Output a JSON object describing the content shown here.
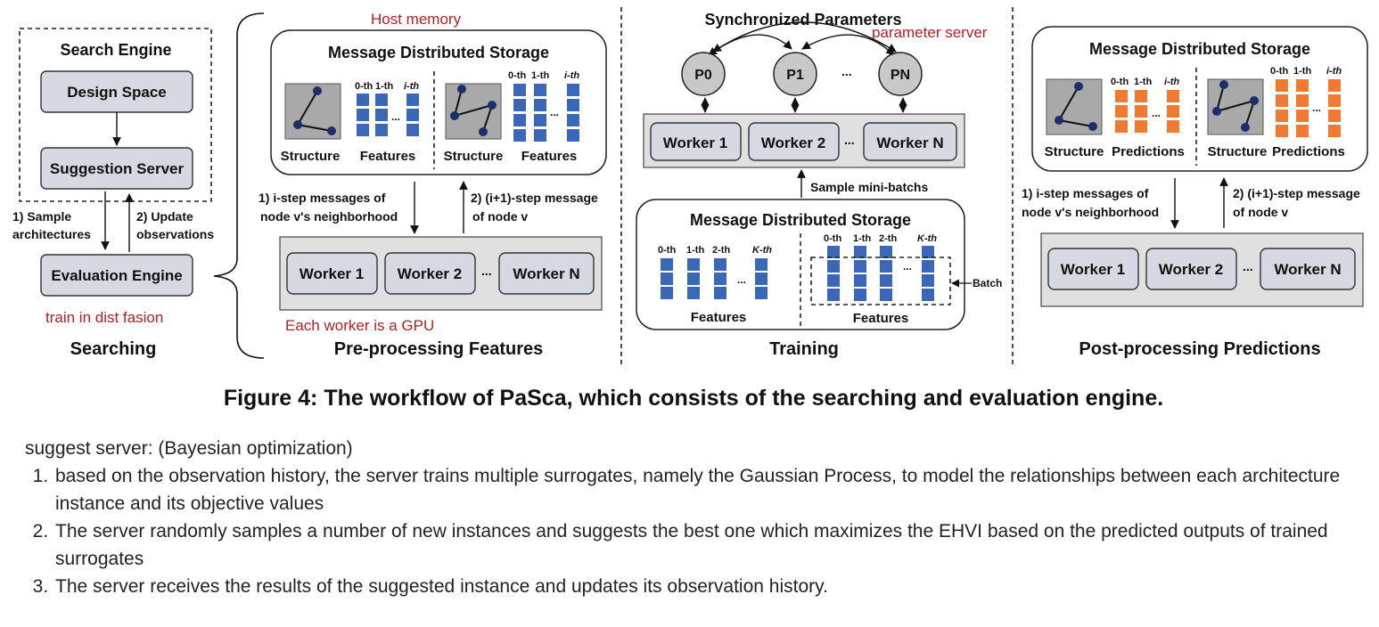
{
  "searching": {
    "search_engine": "Search Engine",
    "design_space": "Design Space",
    "suggestion_server": "Suggestion Server",
    "sample_1": "1) Sample",
    "sample_2": "architectures",
    "update_1": "2) Update",
    "update_2": "observations",
    "evaluation_engine": "Evaluation Engine",
    "note_dist": "train in dist fasion",
    "title": "Searching"
  },
  "preprocess": {
    "host_memory": "Host memory",
    "storage_title": "Message Distributed Storage",
    "hop_0": "0-th",
    "hop_1": "1-th",
    "hop_i": "i-th",
    "ellipsis": "...",
    "structure": "Structure",
    "features": "Features",
    "step_msg_1": "1) i-step messages of",
    "step_msg_2": "node v's neighborhood",
    "next_msg_1": "2) (i+1)-step message",
    "next_msg_2": "of node v",
    "worker1": "Worker 1",
    "worker2": "Worker 2",
    "workerN": "Worker N",
    "gpu_note": "Each worker is a GPU",
    "title": "Pre-processing Features"
  },
  "training": {
    "sync": "Synchronized Parameters",
    "param_server": "parameter server",
    "p0": "P0",
    "p1": "P1",
    "pn": "PN",
    "dots": "...",
    "worker1": "Worker 1",
    "worker2": "Worker 2",
    "workerN": "Worker N",
    "sample_batches": "Sample mini-batchs",
    "storage_title": "Message Distributed Storage",
    "hop_0": "0-th",
    "hop_1": "1-th",
    "hop_2": "2-th",
    "hop_k": "K-th",
    "features": "Features",
    "batch": "Batch",
    "title": "Training"
  },
  "postprocess": {
    "storage_title": "Message Distributed Storage",
    "structure": "Structure",
    "predictions": "Predictions",
    "step_msg_1": "1) i-step messages of",
    "step_msg_2": "node v's neighborhood",
    "next_msg_1": "2) (i+1)-step message",
    "next_msg_2": "of node v",
    "worker1": "Worker 1",
    "worker2": "Worker 2",
    "workerN": "Worker N",
    "title": "Post-processing Predictions"
  },
  "caption": "Figure 4: The workflow of PaSca, which consists of the searching and evaluation engine.",
  "notes": {
    "heading": "suggest server: (Bayesian optimization)",
    "items": [
      "based on the observation history, the server trains multiple surrogates, namely the Gaussian Process, to model the relationships between each architecture instance and its objective values",
      "The server randomly samples a number of new instances and suggests the best one which maximizes the EHVI based on the predicted outputs of trained surrogates",
      "The server receives the results of the suggested instance and updates its observation history."
    ]
  },
  "colors": {
    "accent_red": "#b22222",
    "feature_blue": "#3a67b8",
    "prediction_orange": "#f07a32",
    "box_gray": "#d4d9e2"
  }
}
